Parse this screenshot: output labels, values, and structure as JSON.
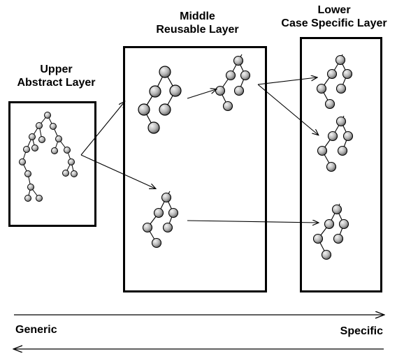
{
  "layers": {
    "upper": {
      "line1": "Upper",
      "line2": "Abstract Layer"
    },
    "middle": {
      "line1": "Middle",
      "line2": "Reusable Layer"
    },
    "lower": {
      "line1": "Lower",
      "line2": "Case Specific Layer"
    }
  },
  "axis": {
    "left_label": "Generic",
    "right_label": "Specific"
  },
  "colors": {
    "line": "#000000",
    "node_fill_light": "#f2f2f2",
    "node_fill_dark": "#6f6f6f"
  }
}
